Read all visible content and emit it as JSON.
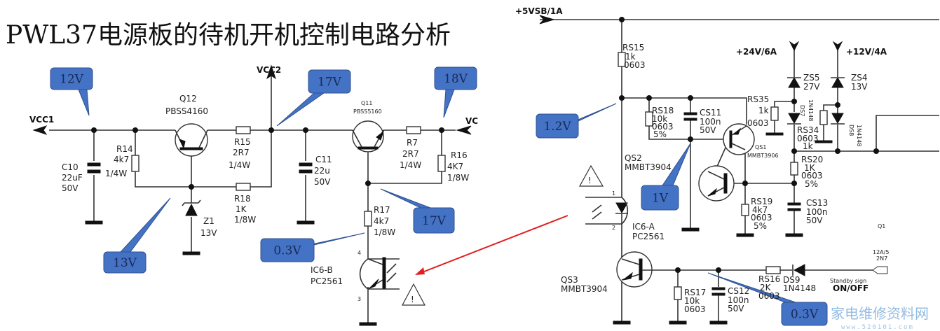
{
  "title": "PWL37电源板的待机开机控制电路分析",
  "colors": {
    "callout_fill": "#4472c4",
    "callout_text": "#1a2a55",
    "arrow": "#e02020",
    "wire": "#333333"
  },
  "labels": {
    "vcc1": "VCC1",
    "vcc2": "VCC2",
    "vc": "VC",
    "q12_ref": "Q12",
    "q12_part": "PBSS4160",
    "c10_a": "C10",
    "c10_b": "22uF",
    "c10_c": "50V",
    "r14_a": "R14",
    "r14_b": "4k7",
    "r14_c": "1/4W",
    "r15_a": "R15",
    "r15_b": "2R7",
    "r15_c": "1/4W",
    "r18_a": "R18",
    "r18_b": "1K",
    "r18_c": "1/8W",
    "z1_a": "Z1",
    "z1_b": "13V",
    "c11_a": "C11",
    "c11_b": "22u",
    "c11_c": "50V",
    "q11_ref": "Q11",
    "q11_part": "PBSS5160",
    "r7_a": "R7",
    "r7_b": "2R7",
    "r7_c": "1/4W",
    "r16_a": "R16",
    "r16_b": "4K7",
    "r16_c": "1/8W",
    "r17_a": "R17",
    "r17_b": "4k7",
    "r17_c": "1/8W",
    "ic6b_a": "IC6-B",
    "ic6b_b": "PC2561",
    "pin4": "4",
    "pin3": "3",
    "vsb": "+5VSB/1A",
    "rs15_a": "RS15",
    "rs15_b": "1k",
    "rs15_c": "0603",
    "rs18_a": "RS18",
    "rs18_b": "10k",
    "rs18_c": "0603",
    "rs18_d": "5%",
    "cs11_a": "CS11",
    "cs11_b": "100n",
    "cs11_c": "50V",
    "rs35_a": "RS35",
    "rs35_b": "1k",
    "rs35_c": "0603",
    "qs1_ref": "QS1",
    "qs1_part": "MMBT3906",
    "qs2_ref": "QS2",
    "qs2_part": "MMBT3904",
    "v24": "+24V/6A",
    "v12": "+12V/4A",
    "zs5_a": "ZS5",
    "zs5_b": "27V",
    "zs4_a": "ZS4",
    "zs4_b": "13V",
    "ds7": "DS7",
    "ds7_part": "1N4148",
    "ds8": "DS8",
    "ds8_part": "1N4148",
    "rs34_a": "RS34",
    "rs34_b": "0603",
    "rs34_c": "1k",
    "rs20_a": "RS20",
    "rs20_b": "1K",
    "rs20_c": "0603",
    "rs20_d": "5%",
    "rs19_a": "RS19",
    "rs19_b": "4k7",
    "rs19_c": "0603",
    "rs19_d": "5%",
    "cs13_a": "CS13",
    "cs13_b": "100n",
    "cs13_c": "50V",
    "ic6a_a": "IC6-A",
    "ic6a_b": "PC2561",
    "pin1": "1",
    "pin2": "2",
    "qs3_ref": "QS3",
    "qs3_part": "MMBT3904",
    "rs17_a": "RS17",
    "rs17_b": "10k",
    "rs17_c": "0603",
    "cs12_a": "CS12",
    "cs12_b": "100n",
    "cs12_c": "50V",
    "rs16_a": "RS16",
    "rs16_b": "2K",
    "rs16_c": "0603",
    "ds9_a": "DS9",
    "ds9_b": "1N4148",
    "standby_a": "Standby sign",
    "standby_b": "ON/OFF",
    "q1": "Q1",
    "q1_a": "12A/5",
    "q1_b": "2N7"
  },
  "callouts": {
    "c12v": "12V",
    "c13v": "13V",
    "c17v_a": "17V",
    "c18v": "18V",
    "c17v_b": "17V",
    "c03v_a": "0.3V",
    "c12v_b": "1.2V",
    "c1v": "1V",
    "c03v_b": "0.3V"
  },
  "watermark": {
    "name": "家电维修资料网",
    "url": "www.520101.com"
  }
}
